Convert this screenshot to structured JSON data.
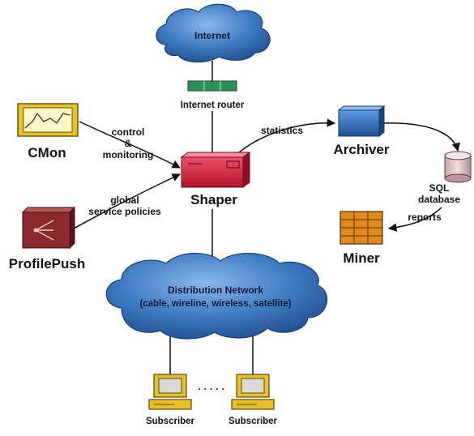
{
  "nodes": {
    "internet": {
      "label": "Internet"
    },
    "router": {
      "label": "Internet router"
    },
    "shaper": {
      "label": "Shaper"
    },
    "cmon": {
      "label": "CMon"
    },
    "profilepush": {
      "label": "ProfilePush"
    },
    "archiver": {
      "label": "Archiver"
    },
    "sql": {
      "label_line1": "SQL",
      "label_line2": "database"
    },
    "miner": {
      "label": "Miner"
    },
    "distribution": {
      "label_line1": "Distribution Network",
      "label_line2": "(cable, wireline, wireless, satellite)"
    },
    "subscriber_left": {
      "label": "Subscriber"
    },
    "subscriber_right": {
      "label": "Subscriber"
    }
  },
  "edges": {
    "cmon_shaper": {
      "label_line1": "control",
      "label_line2": "&",
      "label_line3": "monitoring"
    },
    "profilepush_shaper": {
      "label_line1": "global",
      "label_line2": "service policies"
    },
    "shaper_archiver": {
      "label": "statistics"
    },
    "sql_miner": {
      "label": "reports"
    },
    "subscribers_gap": {
      "label": "· · · · ·"
    }
  },
  "colors": {
    "cloud": "#3d78bd",
    "cloud_light": "#7fb0e6",
    "shaper": "#d11f3c",
    "archiver": "#2f6fb5",
    "cmon": "#e8c327",
    "profilepush": "#8b2a2a",
    "miner": "#e08a1e",
    "router": "#2f8f5a",
    "line": "#111111"
  }
}
